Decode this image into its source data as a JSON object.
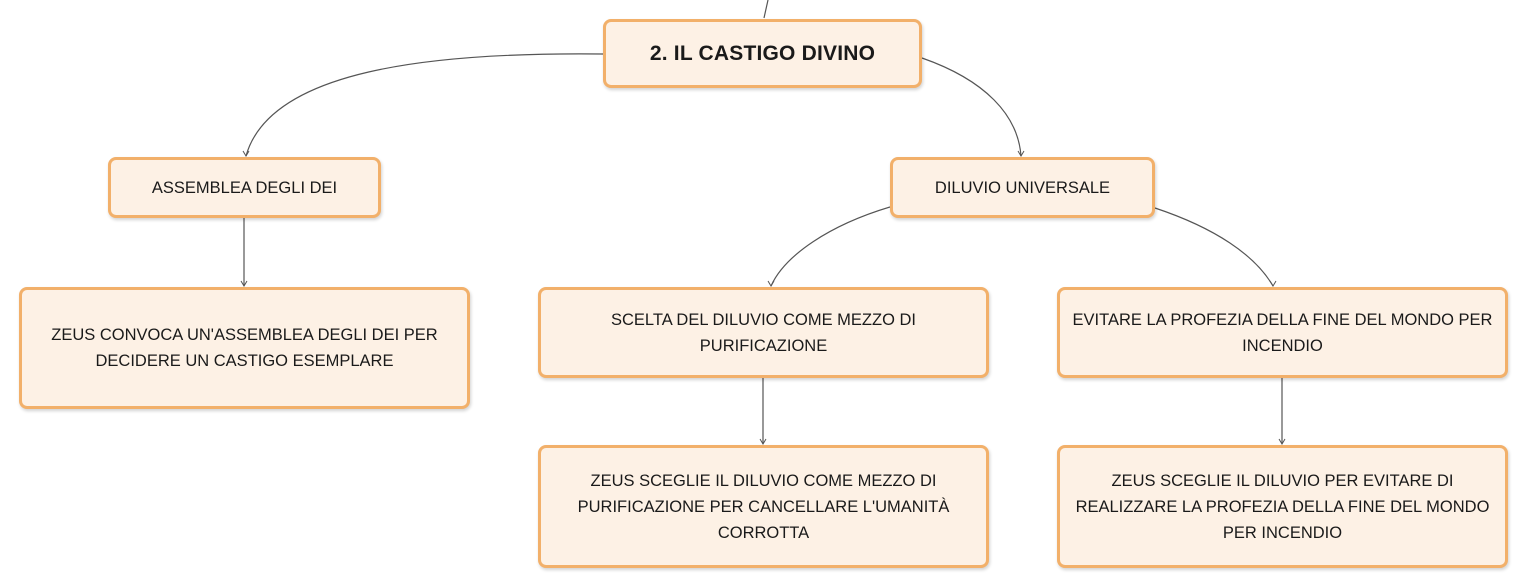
{
  "mindmap": {
    "root": {
      "label": "2. IL CASTIGO DIVINO"
    },
    "branches": [
      {
        "label": "ASSEMBLEA DEGLI DEI",
        "children": [
          {
            "label": "ZEUS CONVOCA UN'ASSEMBLEA DEGLI DEI PER DECIDERE UN CASTIGO ESEMPLARE"
          }
        ]
      },
      {
        "label": "DILUVIO UNIVERSALE",
        "children": [
          {
            "label": "SCELTA DEL DILUVIO COME MEZZO DI PURIFICAZIONE",
            "children": [
              {
                "label": "ZEUS SCEGLIE IL DILUVIO COME MEZZO DI PURIFICAZIONE PER CANCELLARE L'UMANITÀ CORROTTA"
              }
            ]
          },
          {
            "label": "EVITARE LA PROFEZIA DELLA FINE DEL MONDO PER INCENDIO",
            "children": [
              {
                "label": "ZEUS SCEGLIE IL DILUVIO PER EVITARE DI REALIZZARE LA PROFEZIA DELLA FINE DEL MONDO PER INCENDIO"
              }
            ]
          }
        ]
      }
    ]
  },
  "colors": {
    "node_fill": "#fdf1e5",
    "node_border": "#f2b06a",
    "connector": "#555555",
    "text": "#1a1a1a"
  }
}
